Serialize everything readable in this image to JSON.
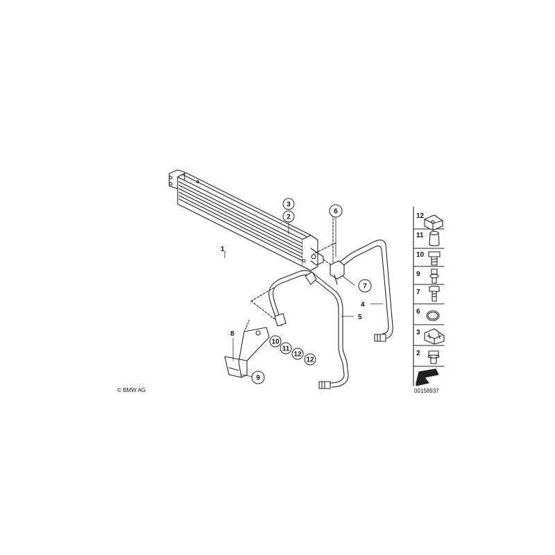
{
  "diagram": {
    "main_labels": {
      "oil_cooler": "1",
      "bolt_2": "2",
      "clip_3": "3",
      "line_4": "4",
      "line_5": "5",
      "seal_6": "6",
      "screw_7": "7",
      "bracket_8": "8",
      "nut_9": "9",
      "bolt_10": "10",
      "bushing_11": "11",
      "clip_12a": "12",
      "clip_12b": "12"
    },
    "legend": {
      "items": [
        {
          "num": "12",
          "part": "clip-icon"
        },
        {
          "num": "11",
          "part": "bushing-icon"
        },
        {
          "num": "10",
          "part": "bolt-icon"
        },
        {
          "num": "9",
          "part": "nut-icon"
        },
        {
          "num": "7",
          "part": "screw-icon"
        },
        {
          "num": "6",
          "part": "seal-ring-icon"
        },
        {
          "num": "3",
          "part": "clip-icon"
        },
        {
          "num": "2",
          "part": "bolt-icon"
        }
      ]
    },
    "copyright": "© BMW AG",
    "image_number": "00158937"
  }
}
